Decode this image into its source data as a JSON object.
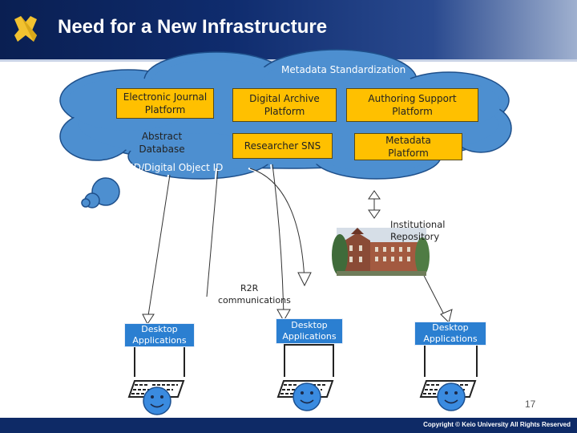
{
  "slide": {
    "title": "Need for a New Infrastructure",
    "page_number": "17",
    "copyright": "Copyright © Keio University All Rights Reserved"
  },
  "cloud": {
    "label": "Metadata Standardization",
    "researcher_id_label": "Researcher ID/Digital Object ID"
  },
  "platforms": {
    "electronic_journal": "Electronic Journal\nPlatform",
    "digital_archive": "Digital Archive\nPlatform",
    "authoring_support": "Authoring Support\nPlatform",
    "abstract_database": "Abstract\nDatabase",
    "researcher_sns": "Researcher SNS",
    "metadata_platform": "Metadata\nPlatform"
  },
  "repository": {
    "label": "Institutional\nRepository"
  },
  "r2r": {
    "label": "R2R",
    "sublabel": "communications"
  },
  "desktops": [
    {
      "label": "Desktop\nApplications"
    },
    {
      "label": "Desktop\nApplications"
    },
    {
      "label": "Desktop\nApplications"
    }
  ],
  "colors": {
    "cloud": "#4d8fd0",
    "platform_box": "#ffc000",
    "desktop_box": "#2b7fd1",
    "header": "#0f2c6e"
  }
}
